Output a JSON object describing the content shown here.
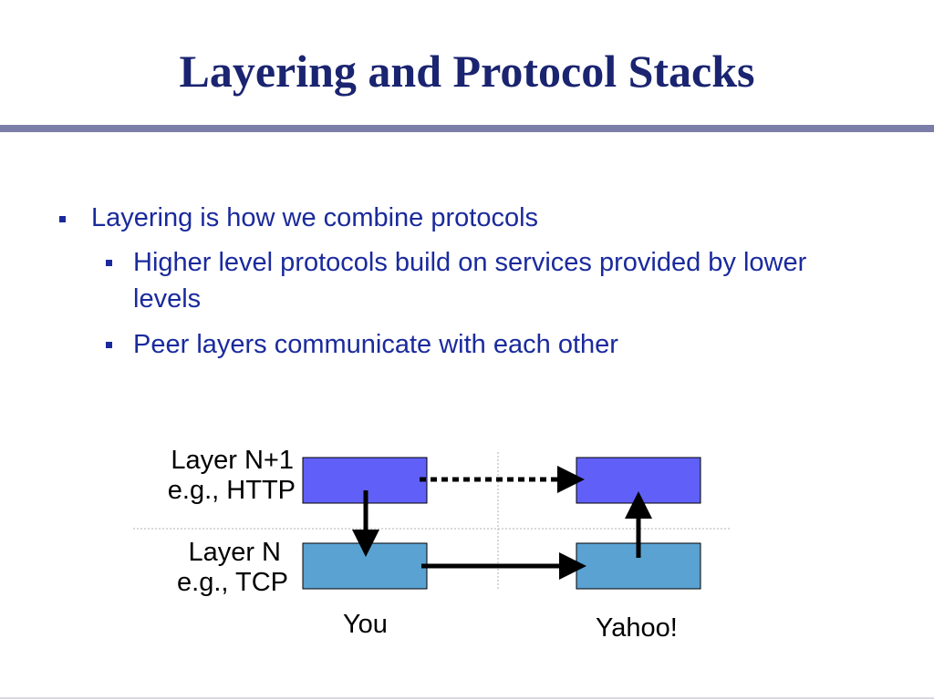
{
  "slide": {
    "title": "Layering and Protocol Stacks",
    "bullets": {
      "main": "Layering is how we combine protocols",
      "sub": [
        "Higher level protocols build on services provided by lower levels",
        "Peer layers communicate with each other"
      ]
    }
  },
  "diagram": {
    "layer_upper": {
      "name": "Layer N+1",
      "example": "e.g., HTTP"
    },
    "layer_lower": {
      "name": "Layer N",
      "example": "e.g., TCP"
    },
    "left_host": "You",
    "right_host": "Yahoo!",
    "colors": {
      "upper_box": "#6060f8",
      "lower_box": "#5aa2d2",
      "box_border": "#000000",
      "arrow": "#000000",
      "divider": "#b0b0b0"
    },
    "arrows": [
      {
        "from": "You Layer N+1",
        "to": "You Layer N",
        "style": "solid"
      },
      {
        "from": "You Layer N",
        "to": "Yahoo! Layer N",
        "style": "solid"
      },
      {
        "from": "Yahoo! Layer N",
        "to": "Yahoo! Layer N+1",
        "style": "solid"
      },
      {
        "from": "You Layer N+1",
        "to": "Yahoo! Layer N+1",
        "style": "dotted"
      }
    ]
  }
}
